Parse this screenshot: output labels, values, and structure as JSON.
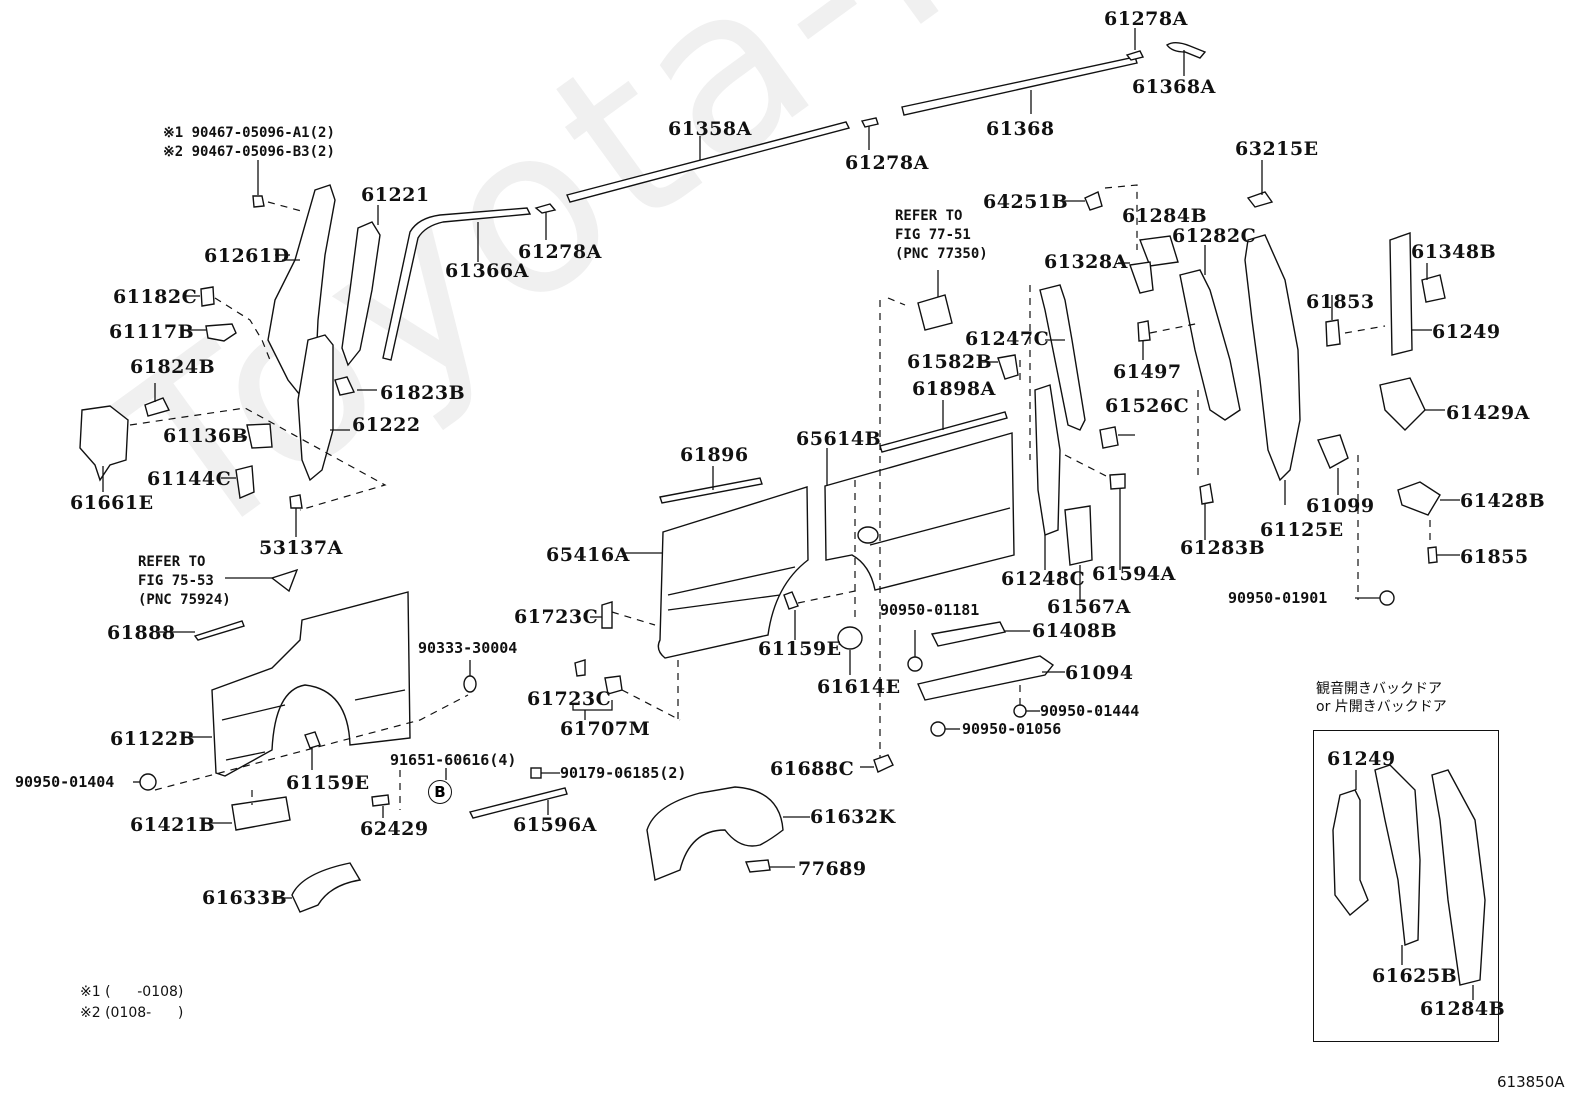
{
  "watermark": "Toyota-Nlr.ru",
  "figure_code": "613850A",
  "bolt_notes": {
    "line1": "※1 90467-05096-A1(2)",
    "line2": "※2 90467-05096-B3(2)"
  },
  "refer_notes": [
    {
      "line1": "REFER TO",
      "line2": "FIG 75-53",
      "line3": "(PNC 75924)"
    },
    {
      "line1": "REFER TO",
      "line2": "FIG 77-51",
      "line3": "(PNC 77350)"
    }
  ],
  "footnotes": {
    "line1": "※1 (      -0108)",
    "line2": "※2 (0108-      )"
  },
  "inset": {
    "title_line1": "観音開きバックドア",
    "title_line2": "or 片開きバックドア",
    "labels": [
      "61249",
      "61625B",
      "61284B"
    ]
  },
  "ref_badge": "B",
  "parts": {
    "p61278A_top": "61278A",
    "p61368A": "61368A",
    "p61358A": "61358A",
    "p61368": "61368",
    "p61278A_mid": "61278A",
    "p63215E": "63215E",
    "p61221": "61221",
    "p61261D": "61261D",
    "p61366A": "61366A",
    "p61278A_left": "61278A",
    "p64251B": "64251B",
    "p61284B": "61284B",
    "p61282C": "61282C",
    "p61328A": "61328A",
    "p61348B": "61348B",
    "p61182C": "61182C",
    "p61117B": "61117B",
    "p61824B": "61824B",
    "p61823B": "61823B",
    "p61222": "61222",
    "p61136B": "61136B",
    "p61144C": "61144C",
    "p61661E": "61661E",
    "p53137A": "53137A",
    "p61853": "61853",
    "p61249": "61249",
    "p61247C": "61247C",
    "p61497": "61497",
    "p61582B": "61582B",
    "p61898A": "61898A",
    "p61526C": "61526C",
    "p61429A": "61429A",
    "p65614B": "65614B",
    "p61896": "61896",
    "p61099": "61099",
    "p61428B": "61428B",
    "p61125E": "61125E",
    "p65416A": "65416A",
    "p61283B": "61283B",
    "p61248C": "61248C",
    "p61594A": "61594A",
    "p61855": "61855",
    "p61567A": "61567A",
    "p90950_01901": "90950-01901",
    "p61888": "61888",
    "p61723C_a": "61723C",
    "p90950_01181": "90950-01181",
    "p61408B": "61408B",
    "p61159E_a": "61159E",
    "p90333_30004": "90333-30004",
    "p61094": "61094",
    "p61614E": "61614E",
    "p61723C_b": "61723C",
    "p90950_01444": "90950-01444",
    "p61707M": "61707M",
    "p90950_01056": "90950-01056",
    "p61122B": "61122B",
    "p91651_60616": "91651-60616(4)",
    "p61688C": "61688C",
    "p90950_01404": "90950-01404",
    "p61159E_b": "61159E",
    "p90179_06185": "90179-06185(2)",
    "p61421B": "61421B",
    "p62429": "62429",
    "p61596A": "61596A",
    "p61632K": "61632K",
    "p77689": "77689",
    "p61633B": "61633B"
  }
}
